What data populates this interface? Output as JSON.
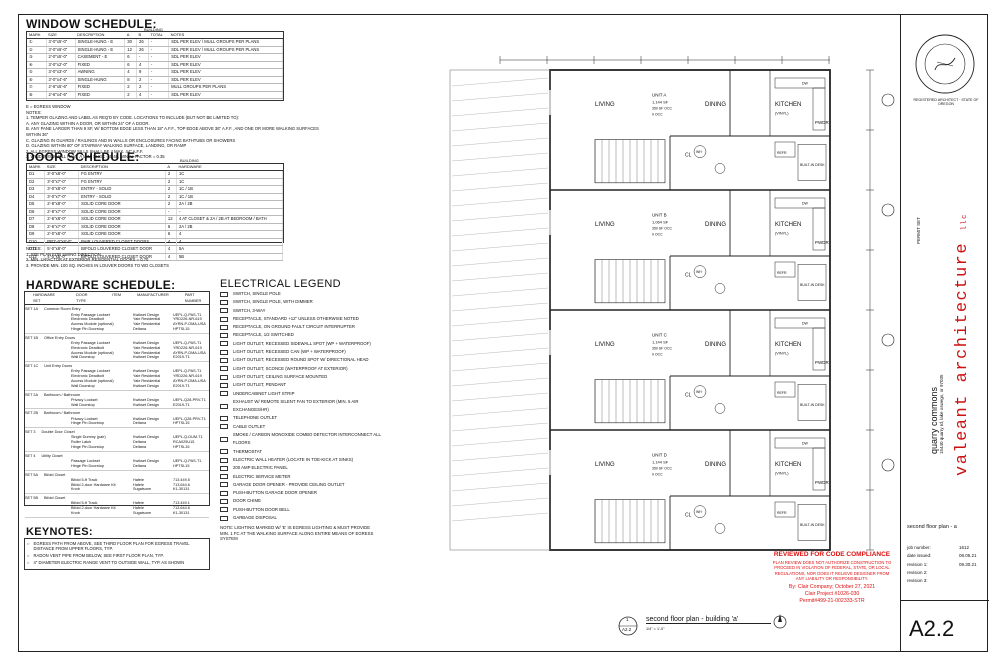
{
  "window_schedule": {
    "title": "WINDOW SCHEDULE:",
    "group_label": "BUILDING",
    "headers": [
      "MARK",
      "SIZE",
      "DESCRIPTION",
      "A",
      "B",
      "TOTAL",
      "NOTES"
    ],
    "rows": [
      [
        "①",
        "3'-0\"x5'-0\"",
        "SINGLE-HUNG - E",
        "30",
        "26",
        "-",
        "SDL PER ELEV / MULL GROUPS PER PLANS"
      ],
      [
        "②",
        "3'-0\"x6'-0\"",
        "SINGLE-HUNG - E",
        "12",
        "26",
        "-",
        "SDL PER ELEV / MULL GROUPS PER PLANS"
      ],
      [
        "③",
        "2'-0\"x5'-0\"",
        "CASEMENT - E",
        "6",
        "-",
        "-",
        "SDL PER ELEV"
      ],
      [
        "④",
        "3'-0\"x2'-0\"",
        "FIXED",
        "6",
        "4",
        "-",
        "SDL PER ELEV"
      ],
      [
        "⑤",
        "3'-0\"x3'-0\"",
        "AWNING",
        "4",
        "9",
        "-",
        "SDL PER ELEV"
      ],
      [
        "⑥",
        "3'-0\"x4'-6\"",
        "SINGLE-HUNG",
        "8",
        "2",
        "-",
        "SDL PER ELEV"
      ],
      [
        "⑦",
        "2'-6\"x5'-6\"",
        "FIXED",
        "2",
        "2",
        "-",
        "MULL GROUPS PER PLANS"
      ],
      [
        "⑧",
        "2'-6\"x4'-6\"",
        "FIXED",
        "2",
        "4",
        "-",
        "SDL PER ELEV"
      ]
    ],
    "egress_note": "E = EGRESS WINDOW",
    "notes_label": "NOTES:",
    "notes": [
      "1. TEMPER GLAZING AND LABEL AS REQ'D BY CODE. LOCATIONS TO INCLUDE (BUT NOT BE LIMITED TO):",
      "A. ANY GLAZING WITHIN A DOOR, OR WITHIN 24\" OF A DOOR.",
      "B. ANY PANE LARGER THAN 9 SF, W/ BOTTOM EDGE LESS THAN 18\" A.F.F., TOP EDGE ABOVE 36\" A.F.F., AND ONE OR MORE WALKING SURFACES WITHIN 36\"",
      "C. GLAZING IN GUARDS / RAILINGS AND IN WALLS OR ENCLOSURES FACING BATHTUBS OR SHOWERS",
      "D. GLAZING WITHIN 60\" OF STAIRWAY WALKING SURFACE, LANDING, OR RAMP",
      "2. ALL EGRESS WINDOW SILLS SHALL BE 4 MAX. 44\" A.F.F.",
      "3. WINDOWS SHALL HAVE A MIN. SHGC = 0.40, MIN. U-FACTOR = 0.35"
    ]
  },
  "door_schedule": {
    "title": "DOOR SCHEDULE:",
    "group_label": "BUILDING",
    "headers": [
      "MARK",
      "SIZE",
      "DESCRIPTION",
      "A",
      "HARDWARE"
    ],
    "rows": [
      [
        "D1",
        "3'-0\"x8'-0\"",
        "FG ENTRY",
        "2",
        "1C"
      ],
      [
        "D2",
        "3'-0\"x7'-0\"",
        "FG ENTRY",
        "2",
        "1C"
      ],
      [
        "D3",
        "3'-0\"x8'-0\"",
        "ENTRY - SOLID",
        "2",
        "1C / 1B"
      ],
      [
        "D4",
        "3'-0\"x7'-0\"",
        "ENTRY - SOLID",
        "2",
        "1C / 1B"
      ],
      [
        "D5",
        "2'-8\"x8'-0\"",
        "SOLID CORE DOOR",
        "2",
        "2A / 2B"
      ],
      [
        "D6",
        "2'-8\"x7'-0\"",
        "SOLID CORE DOOR",
        "-",
        "-"
      ],
      [
        "D7",
        "2'-6\"x8'-0\"",
        "SOLID CORE DOOR",
        "12",
        "4 AT CLOSET & 2A / 2B AT BEDROOM / BATH"
      ],
      [
        "D8",
        "2'-6\"x7'-0\"",
        "SOLID CORE DOOR",
        "6",
        "2A / 2B"
      ],
      [
        "D9",
        "2'-0\"x8'-0\"",
        "SOLID CORE DOOR",
        "6",
        "4"
      ],
      [
        "D10",
        "PR2'-0\"x8'-0\"",
        "PAIR LOUVERED CLOSET DOORS",
        "4",
        "4"
      ],
      [
        "D11",
        "5'-0\"x8'-0\"",
        "BIFOLD LOUVERED CLOSET DOOR",
        "4",
        "5A"
      ],
      [
        "D12",
        "4'-0\"x8'-0\"",
        "BIFOLD LOUVERED CLOSET DOOR",
        "4",
        "5B"
      ]
    ],
    "notes_label": "NOTES:",
    "notes": [
      "1. SEE PLAN FOR SWING DIRECTION",
      "2. MIN. U-FACTOR AT EXTERIOR RESIDENTIAL DOORS = 0.70",
      "3. PROVIDE MIN. 100 SQ. INCHES IN LOUVER DOORS TO WD CLOSETS"
    ]
  },
  "hardware_schedule": {
    "title": "HARDWARE SCHEDULE:",
    "headers": [
      "HARDWARE SET",
      "DOOR TYPE",
      "ITEM",
      "MANUFACTURER",
      "PART NUMBER"
    ],
    "sets": [
      {
        "set": "SET 1A",
        "type": "Common Room Entry",
        "items": [
          [
            "Entry Passage Lockset",
            "Kwikset Design",
            "UEPL-Q-PAS-T1"
          ],
          [
            "Electronic Deadbolt",
            "Yale Residential",
            "YRD226-NR-619"
          ],
          [
            "Access Module (optional)",
            "Yale Residential",
            "AYRN-P-DMA-USA"
          ],
          [
            "Hinge Pin Doorstop",
            "Deltana",
            "HPTSL15"
          ]
        ]
      },
      {
        "set": "SET 1B",
        "type": "Office Entry Doors",
        "items": [
          [
            "Entry Passage Lockset",
            "Kwikset Design",
            "UEPL-Q-PAS-T1"
          ],
          [
            "Electronic Deadbolt",
            "Yale Residential",
            "YRD226-NR-619"
          ],
          [
            "Access Module (optional)",
            "Yale Residential",
            "AYRN-P-DMA-USA"
          ],
          [
            "Wall Doorstop",
            "Kwikset Design",
            "E2019-T1"
          ]
        ]
      },
      {
        "set": "SET 1C",
        "type": "Unit Entry Doors",
        "items": [
          [
            "Entry Passage Lockset",
            "Kwikset Design",
            "UEPL-Q-PAS-T1"
          ],
          [
            "Electronic Deadbolt",
            "Yale Residential",
            "YRD226-NR-619"
          ],
          [
            "Access Module (optional)",
            "Yale Residential",
            "AYRN-P-DMA-USA"
          ],
          [
            "Wall Doorstop",
            "Kwikset Design",
            "E2019-T1"
          ]
        ]
      },
      {
        "set": "SET 2A",
        "type": "Bathroom / Bathroom",
        "items": [
          [
            "Privacy Lockset",
            "Kwikset Design",
            "UEPL-Q28-PRV-T1"
          ],
          [
            "Wall Doorstop",
            "Kwikset Design",
            "E2019-T1"
          ]
        ]
      },
      {
        "set": "SET 2B",
        "type": "Bathroom / Bathroom",
        "items": [
          [
            "Privacy Lockset",
            "Kwikset Design",
            "UEPL-Q28-PRV-T1"
          ],
          [
            "Hinge Pin Doorstop",
            "Deltana",
            "HPTSL15"
          ]
        ]
      },
      {
        "set": "SET 3",
        "type": "Double Door Closet",
        "items": [
          [
            "Single Dummy (pair)",
            "Kwikset Design",
            "UEPL-Q-DUM-T1"
          ],
          [
            "Roller Latch",
            "Deltana",
            "RCA025U15"
          ],
          [
            "Hinge Pin Doorstop",
            "Deltana",
            "HPTSL15"
          ]
        ]
      },
      {
        "set": "SET 4",
        "type": "Utility Closet",
        "items": [
          [
            "Passage Lockset",
            "Kwikset Design",
            "UEPL-Q-PAS-T1"
          ],
          [
            "Hinge Pin Doorstop",
            "Deltana",
            "HPTSL15"
          ]
        ]
      },
      {
        "set": "SET 5A",
        "type": "Bifold Closet",
        "items": [
          [
            "Bifold 5-ft Track",
            "Hafele",
            "713.449.5"
          ],
          [
            "Bifold 2-door Hardware Kit",
            "Hafele",
            "713.644.6"
          ],
          [
            "Knob",
            "Sugatsune",
            "K1-30131"
          ]
        ]
      },
      {
        "set": "SET 5B",
        "type": "Bifold Closet",
        "items": [
          [
            "Bifold 5-ft Track",
            "Hafele",
            "713.449.1"
          ],
          [
            "Bifold 2-door Hardware Kit",
            "Hafele",
            "713.644.6"
          ],
          [
            "Knob",
            "Sugatsune",
            "K1-30131"
          ]
        ]
      }
    ]
  },
  "electrical_legend": {
    "title": "ELECTRICAL LEGEND",
    "items": [
      "SWITCH, SINGLE POLE",
      "SWITCH, SINGLE POLE, WITH DIMMER",
      "SWITCH, 3-WAY",
      "RECEPTACLE, STANDARD +12\" UNLESS OTHERWISE NOTED",
      "RECEPTACLE, ON GROUND FAULT CIRCUIT INTERRUPTER",
      "RECEPTACLE, 1/2 SWITCHED",
      "LIGHT OUTLET, RECESSED SIDEWALL SPOT (WP + WATERPROOF)",
      "LIGHT OUTLET, RECESSED CAN (WP + WATERPROOF)",
      "LIGHT OUTLET, RECESSED ROUND SPOT W/ DIRECTIONAL HEAD",
      "LIGHT OUTLET, SCONCE (WATERPROOF AT EXTERIOR)",
      "LIGHT OUTLET, CEILING SURFACE MOUNTED",
      "LIGHT OUTLET, PENDANT",
      "UNDERCABINET LIGHT STRIP",
      "EXHAUST W/ REMOTE SILENT FAN TO EXTERIOR (MIN. 5 AIR EXCHANGES/HR)",
      "TELEPHONE OUTLET",
      "CABLE OUTLET",
      "SMOKE / CARBON MONOXIDE COMBO DETECTOR INTERCONNECT ALL FLOORS",
      "THERMOSTAT",
      "ELECTRIC WALL HEATER (LOCATE IN TOE-KICK AT SINKS)",
      "200 AMP ELECTRIC PANEL",
      "ELECTRIC SERVICE METER",
      "GARAGE DOOR OPENER - PROVIDE CEILING OUTLET",
      "PUSH-BUTTON GARAGE DOOR OPENER",
      "DOOR CHIME",
      "PUSH-BUTTON DOOR BELL",
      "GARBAGE DISPOSAL"
    ],
    "note": "NOTE: LIGHTING MARKED W/ 'E' IS EGRESS LIGHTING & MUST PROVIDE MIN. 1 FC AT THE WALKING SURFACE ALONG ENTIRE MEANS OF EGRESS SYSTEM"
  },
  "keynotes": {
    "title": "KEYNOTES:",
    "items": [
      "EGRESS PATH FROM ABOVE, SEE THIRD FLOOR PLAN FOR EGRESS TRAVEL DISTANCE FROM UPPER FLOORS, TYP.",
      "RADON VENT PIPE FROM BELOW, SEE FIRST FLOOR PLAN, TYP.",
      "4\" DIAMETER ELECTRIC RANGE VENT TO OUTSIDE WALL, TYP. AS SHOWN"
    ]
  },
  "plan": {
    "units": [
      {
        "unit": "UNIT A",
        "area": "1,144 SF",
        "detail": "350 SF OCC",
        "occ": "9 OCC"
      },
      {
        "unit": "UNIT B",
        "area": "1,064 SF",
        "detail": "350 SF OCC",
        "occ": "9 OCC"
      },
      {
        "unit": "UNIT C",
        "area": "1,144 SF",
        "detail": "350 SF OCC",
        "occ": "9 OCC"
      },
      {
        "unit": "UNIT D",
        "area": "1,144 SF",
        "detail": "350 SF OCC",
        "occ": "9 OCC"
      }
    ],
    "rooms": {
      "living": "LIVING",
      "dining": "DINING",
      "kitchen": "KITCHEN",
      "vinyl": "(VINYL)",
      "powder": "PWDR",
      "cl": "CL",
      "builtin": "BUILT-IN DESK",
      "refr": "REFR",
      "wh": "WH",
      "dw": "DW"
    }
  },
  "caption": {
    "number": "1",
    "sheet": "A2.2",
    "title": "second floor plan - building 'a'",
    "scale": "1/4\" = 1'-0\""
  },
  "title_block": {
    "firm_a": "valeant",
    "firm_b": "architecture",
    "firm_suffix": "llc",
    "project": "quarry commons",
    "address": "15440 quarry rd, lake oswego, or 97035",
    "permit_set": "PERMIT SET",
    "sheet_title": "second floor plan - a",
    "job_number_label": "job number:",
    "job_number": "1612",
    "date_issued_label": "date issued:",
    "date_issued": "08.05.21",
    "revision1_label": "revision 1:",
    "revision1": "09.30.21",
    "revision2_label": "revision 2:",
    "revision2": "",
    "revision3_label": "revision 3:",
    "revision3": "",
    "sheet_number": "A2.2",
    "stamp_text": "REGISTERED ARCHITECT · STATE OF OREGON"
  },
  "review_stamp": {
    "heading": "REVIEWED FOR CODE COMPLIANCE",
    "body": "PLAN REVIEW DOES NOT AUTHORIZE CONSTRUCTION TO PROCEED IN VIOLATION OF FEDERAL, STATE, OR LOCAL REGULATIONS, NOR DOES IT RELIEVE DESIGNER FROM ANY LIABILITY OR RESPONSIBILITY.",
    "by": "By: Clair Company; October 27, 2021",
    "project": "Clair Project #1026-030",
    "permit": "Permit#499-21-002333-STR"
  },
  "colors": {
    "line": "#222222",
    "stamp": "#dd1111"
  }
}
